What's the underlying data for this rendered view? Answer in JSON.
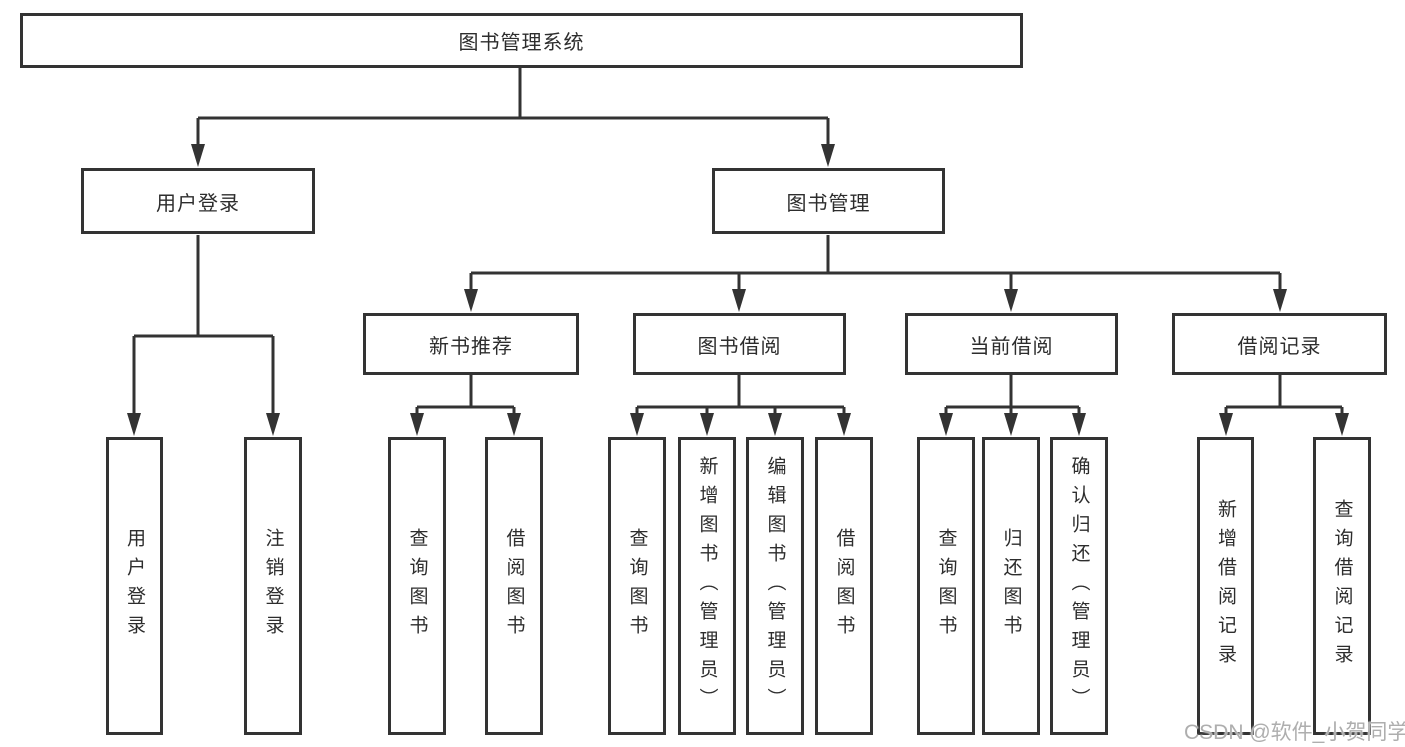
{
  "diagram": {
    "root": "图书管理系统",
    "branches": [
      {
        "label": "用户登录",
        "leaves": [
          "用户登录",
          "注销登录"
        ]
      },
      {
        "label": "图书管理",
        "groups": [
          {
            "label": "新书推荐",
            "leaves": [
              "查询图书",
              "借阅图书"
            ]
          },
          {
            "label": "图书借阅",
            "leaves": [
              "查询图书",
              "新增图书（管理员）",
              "编辑图书（管理员）",
              "借阅图书"
            ]
          },
          {
            "label": "当前借阅",
            "leaves": [
              "查询图书",
              "归还图书",
              "确认归还（管理员）"
            ]
          },
          {
            "label": "借阅记录",
            "leaves": [
              "新增借阅记录",
              "查询借阅记录"
            ]
          }
        ]
      }
    ]
  },
  "colors": {
    "line": "#333333",
    "box_border": "#333333",
    "text": "#2d2d2d",
    "watermark": "#aeaeae"
  },
  "watermark": "CSDN @软件_小贺同学"
}
